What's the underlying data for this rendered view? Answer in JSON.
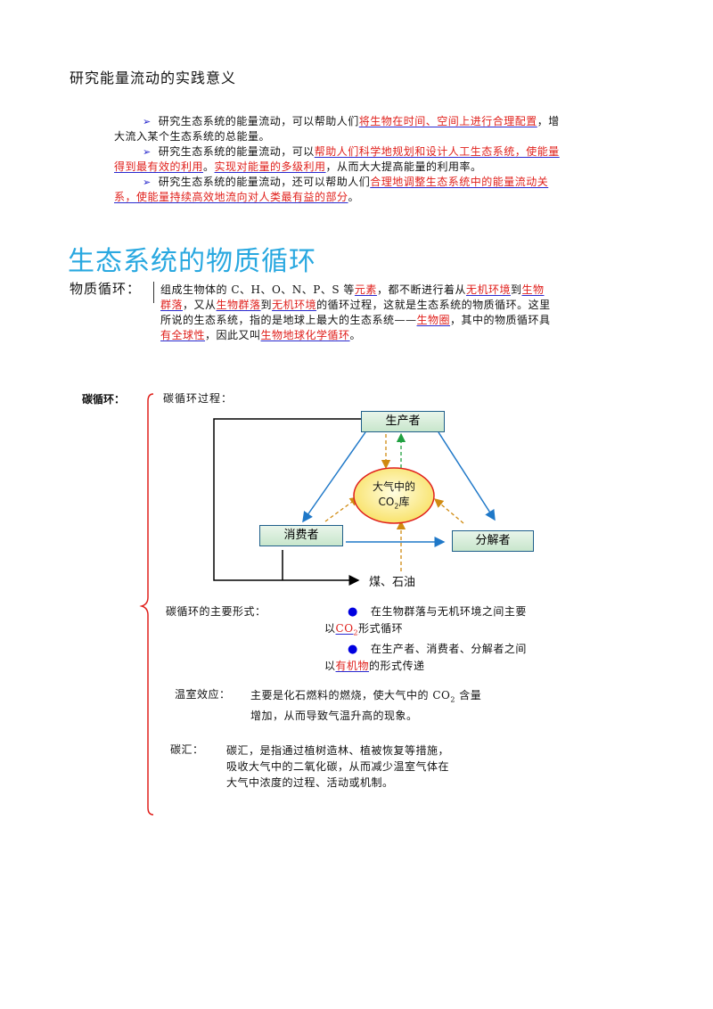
{
  "section1": {
    "heading": "研究能量流动的实践意义",
    "bullets": [
      {
        "parts": [
          {
            "t": "研究生态系统的能量流动，可以帮助人们",
            "r": false
          },
          {
            "t": "将生物在时间、空间上进行合理配置",
            "r": true
          },
          {
            "t": "，增大流入某个生态系统的总能量。",
            "r": false
          }
        ]
      },
      {
        "parts": [
          {
            "t": "研究生态系统的能量流动，可以",
            "r": false
          },
          {
            "t": "帮助人们科学地规划和设计人工生态系统，使能量得到最有效的利用",
            "r": true
          },
          {
            "t": "。",
            "r": false
          },
          {
            "t": "实现对能量的多级利用",
            "r": true
          },
          {
            "t": "，从而大大提高能量的利用率。",
            "r": false
          }
        ]
      },
      {
        "parts": [
          {
            "t": "研究生态系统的能量流动，还可以帮助人们",
            "r": false
          },
          {
            "t": "合理地调整生态系统中的能量流动关系，使能量持续高效地流向对人类最有益的部分",
            "r": true
          },
          {
            "t": "。",
            "r": false
          }
        ]
      }
    ]
  },
  "section2": {
    "title": "生态系统的物质循环",
    "label": "物质循环：",
    "body_parts": [
      {
        "t": "组成生物体的 C、H、O、N、P、S 等",
        "r": false
      },
      {
        "t": "元素",
        "r": true
      },
      {
        "t": "，都不断进行着从",
        "r": false
      },
      {
        "t": "无机环境",
        "r": true
      },
      {
        "t": "到",
        "r": false
      },
      {
        "t": "生物群落",
        "r": true
      },
      {
        "t": "，又从",
        "r": false
      },
      {
        "t": "生物群落",
        "r": true
      },
      {
        "t": "到",
        "r": false
      },
      {
        "t": "无机环境",
        "r": true
      },
      {
        "t": "的循环过程，这就是生态系统的物质循环。这里所说的生态系统，指的是地球上最大的生态系统——",
        "r": false
      },
      {
        "t": "生物圈",
        "r": true
      },
      {
        "t": "，其中的物质循环具",
        "r": false
      },
      {
        "t": "有全球性",
        "r": true
      },
      {
        "t": "，因此又叫",
        "r": false
      },
      {
        "t": "生物地球化学循环",
        "r": true
      },
      {
        "t": "。",
        "r": false
      }
    ]
  },
  "carbon": {
    "label": "碳循环：",
    "process_label": "碳循环过程：",
    "producer": "生产者",
    "atmosphere_line1": "大气中的",
    "atmosphere_co": "CO",
    "atmosphere_sub": "2",
    "atmosphere_suffix": "库",
    "consumer": "消费者",
    "decomposer": "分解者",
    "fossil": "煤、石油",
    "forms_label": "碳循环的主要形式：",
    "form1_a": "在生物群落与无机环境之间主要",
    "form1_b_pre": "以",
    "form1_b_red": "CO",
    "form1_b_sub": "2",
    "form1_b_post": "形式循环",
    "form2_a": "在生产者、消费者、分解者之间",
    "form2_b_pre": "以",
    "form2_b_red": "有机物",
    "form2_b_post": "的形式传递",
    "greenhouse_label": "温室效应：",
    "greenhouse_l1_pre": "主要是化石燃料的燃烧，使大气中的 CO",
    "greenhouse_l1_sub": "2",
    "greenhouse_l1_post": " 含量",
    "greenhouse_l2": "增加，从而导致气温升高的现象。",
    "sink_label": "碳汇：",
    "sink_l1": "碳汇，是指通过植树造林、植被恢复等措施，",
    "sink_l2": "吸收大气中的二氧化碳，从而减少温室气体在",
    "sink_l3": "大气中浓度的过程、活动或机制。"
  },
  "colors": {
    "red": "#e0201c",
    "underline": "#2a2ad0",
    "title_blue": "#29a8e0",
    "arrow_blue": "#1f78c8",
    "arrow_orange": "#d08a10",
    "arrow_green": "#20a040"
  }
}
